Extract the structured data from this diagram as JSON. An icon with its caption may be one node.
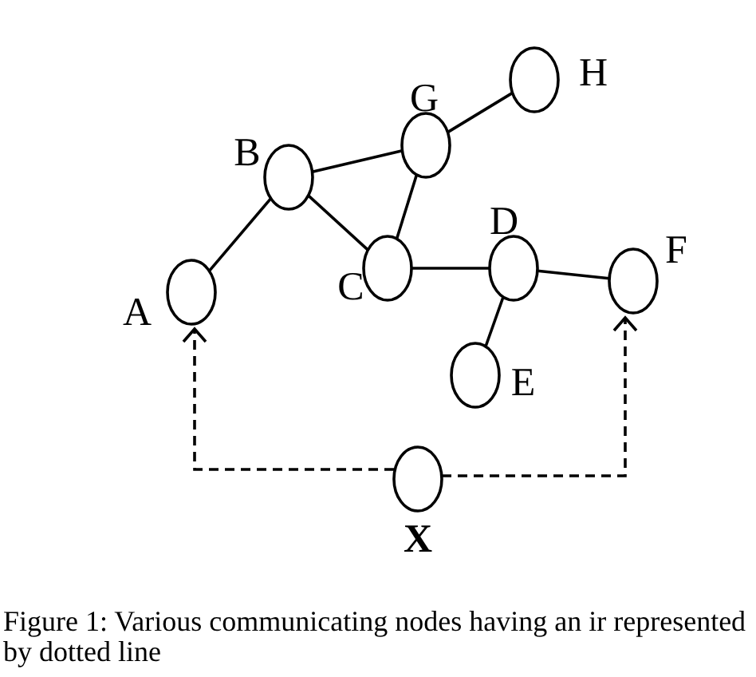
{
  "diagram": {
    "caption": "Figure 1: Various communicating nodes having an ir represented by dotted line",
    "nodes": [
      {
        "text": [
          "A"
        ]
      },
      {
        "text": [
          "B"
        ]
      },
      {
        "text": [
          "G"
        ]
      },
      {
        "text": [
          "H"
        ]
      },
      {
        "text": [
          "C"
        ]
      },
      {
        "text": [
          "D"
        ]
      },
      {
        "text": [
          "F"
        ]
      },
      {
        "text": [
          "E"
        ]
      },
      {
        "text": [
          "X"
        ]
      }
    ],
    "edges": [
      {
        "from": 0,
        "to": 1,
        "arrow": "none"
      },
      {
        "from": 1,
        "to": 2,
        "arrow": "none"
      },
      {
        "from": 1,
        "to": 4,
        "arrow": "none"
      },
      {
        "from": 2,
        "to": 3,
        "arrow": "none"
      },
      {
        "from": 2,
        "to": 4,
        "arrow": "none"
      },
      {
        "from": 4,
        "to": 5,
        "arrow": "none"
      },
      {
        "from": 5,
        "to": 6,
        "arrow": "none"
      },
      {
        "from": 5,
        "to": 7,
        "arrow": "none"
      },
      {
        "from": 8,
        "to": 0,
        "arrow": "to",
        "style": "dashed"
      },
      {
        "from": 8,
        "to": 6,
        "arrow": "to",
        "style": "dashed"
      }
    ]
  }
}
